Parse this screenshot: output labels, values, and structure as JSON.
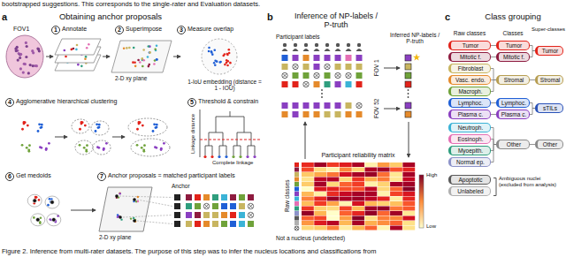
{
  "diagram": {
    "title": "",
    "caption": "Figure 2. Inference from multi-rater datasets. The purpose of this step was to infer the nucleus locations and classifications from",
    "nodes": [
      {
        "text": [
          "1"
        ]
      },
      {
        "text": [
          "2"
        ]
      },
      {
        "text": [
          "3"
        ]
      },
      {
        "text": [
          "4"
        ]
      },
      {
        "text": [
          "5"
        ]
      },
      {
        "text": [
          "6"
        ]
      },
      {
        "text": [
          "7"
        ]
      },
      {
        "text": [
          "Tumor"
        ]
      },
      {
        "text": [
          "Mitotic f."
        ]
      },
      {
        "text": [
          "Fibroblast"
        ]
      },
      {
        "text": [
          "Vasc. endo."
        ]
      },
      {
        "text": [
          "Macroph."
        ]
      },
      {
        "text": [
          "Lymphoc."
        ]
      },
      {
        "text": [
          "Plasma c."
        ]
      },
      {
        "text": [
          "Neutroph."
        ]
      },
      {
        "text": [
          "Eosinoph."
        ]
      },
      {
        "text": [
          "Myoepith."
        ]
      },
      {
        "text": [
          "Normal ep."
        ]
      },
      {
        "text": [
          "Apoptotic"
        ]
      },
      {
        "text": [
          "Unlabeled"
        ]
      },
      {
        "text": [
          "Tumor"
        ]
      },
      {
        "text": [
          "Mitotic f."
        ]
      },
      {
        "text": [
          "Stromal"
        ]
      },
      {
        "text": [
          "Lymphoc."
        ]
      },
      {
        "text": [
          "Plasma c."
        ]
      },
      {
        "text": [
          "Other"
        ]
      },
      {
        "text": [
          "Tumor"
        ]
      },
      {
        "text": [
          "Stromal"
        ]
      },
      {
        "text": [
          "sTILs"
        ]
      },
      {
        "text": [
          "Other"
        ]
      }
    ],
    "edges": [
      {
        "from": 7,
        "to": 20,
        "arrow": "none"
      },
      {
        "from": 8,
        "to": 21,
        "arrow": "none"
      },
      {
        "from": 9,
        "to": 22,
        "arrow": "none"
      },
      {
        "from": 10,
        "to": 22,
        "arrow": "none"
      },
      {
        "from": 11,
        "to": 22,
        "arrow": "none"
      },
      {
        "from": 12,
        "to": 23,
        "arrow": "none"
      },
      {
        "from": 13,
        "to": 24,
        "arrow": "none"
      },
      {
        "from": 14,
        "to": 25,
        "arrow": "none"
      },
      {
        "from": 15,
        "to": 25,
        "arrow": "none"
      },
      {
        "from": 16,
        "to": 25,
        "arrow": "none"
      },
      {
        "from": 17,
        "to": 25,
        "arrow": "none"
      },
      {
        "from": 20,
        "to": 26,
        "arrow": "none"
      },
      {
        "from": 21,
        "to": 26,
        "arrow": "none"
      },
      {
        "from": 22,
        "to": 27,
        "arrow": "none"
      },
      {
        "from": 23,
        "to": 28,
        "arrow": "none"
      },
      {
        "from": 24,
        "to": 28,
        "arrow": "none"
      },
      {
        "from": 25,
        "to": 29,
        "arrow": "none"
      }
    ],
    "labels": [
      "bootstrapped suggestions. This corresponds to the single-rater and Evaluation datasets.",
      "a",
      "Obtaining anchor proposals",
      "FOV1",
      "Annotate",
      "Superimpose",
      "Measure overlap",
      "2-D xy plane",
      "1-IoU embedding (distance = 1 - IOU)",
      "Agglomerative hierarchical clustering",
      "Threshold & constrain",
      "Linkage distance",
      "Complete linkage",
      "Get medoids",
      "Anchor proposals = matched participant labels",
      "2-D xy plane",
      "Anchor",
      "b",
      "Inference of NP-labels / P-truth",
      "Participant labels",
      "Inferred NP-labels / P-truth",
      "FOV 1",
      "FOV 52",
      "Participant reliability matrix",
      "Raw classes",
      "Not a nucleus (undetected)",
      "High",
      "Low",
      "c",
      "Class grouping",
      "Raw classes",
      "Classes",
      "Super-classes",
      "Ambiguous nuclei (excluded from analysis)"
    ]
  }
}
